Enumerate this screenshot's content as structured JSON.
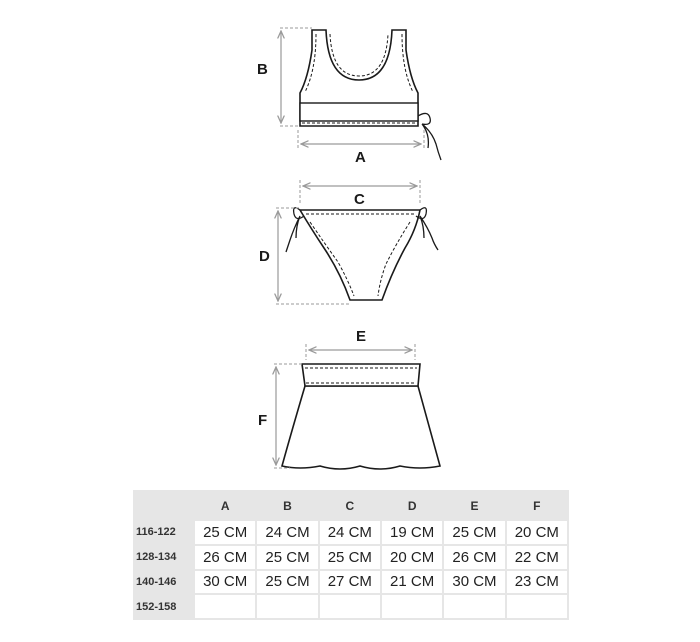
{
  "diagram": {
    "labels": {
      "a": "A",
      "b": "B",
      "c": "C",
      "d": "D",
      "e": "E",
      "f": "F"
    }
  },
  "size_table": {
    "columns": [
      "A",
      "B",
      "C",
      "D",
      "E",
      "F"
    ],
    "rows": [
      {
        "size": "116-122",
        "values": [
          "25 CM",
          "24 CM",
          "24 CM",
          "19 CM",
          "25 CM",
          "20 CM"
        ]
      },
      {
        "size": "128-134",
        "values": [
          "26 CM",
          "25 CM",
          "25 CM",
          "20 CM",
          "26 CM",
          "22 CM"
        ]
      },
      {
        "size": "140-146",
        "values": [
          "30 CM",
          "25 CM",
          "27 CM",
          "21 CM",
          "30 CM",
          "23 CM"
        ]
      },
      {
        "size": "152-158",
        "values": [
          "",
          "",
          "",
          "",
          "",
          ""
        ]
      }
    ]
  },
  "colors": {
    "line": "#1a1a1a",
    "measure": "#9a9a9a",
    "table_background": "#e6e6e6",
    "cell_background": "#ffffff"
  }
}
